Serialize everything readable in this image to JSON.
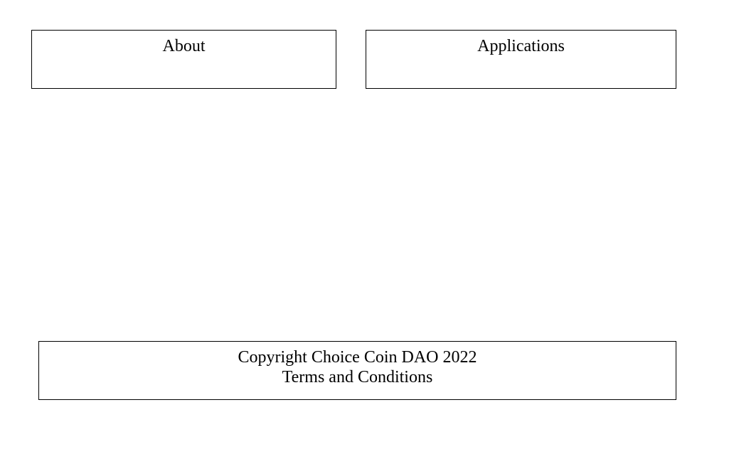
{
  "nav": {
    "about_label": "About",
    "applications_label": "Applications"
  },
  "footer": {
    "copyright": "Copyright Choice Coin DAO 2022",
    "terms_label": "Terms and Conditions"
  },
  "colors": {
    "background": "#ffffff",
    "border": "#000000",
    "text": "#000000"
  }
}
